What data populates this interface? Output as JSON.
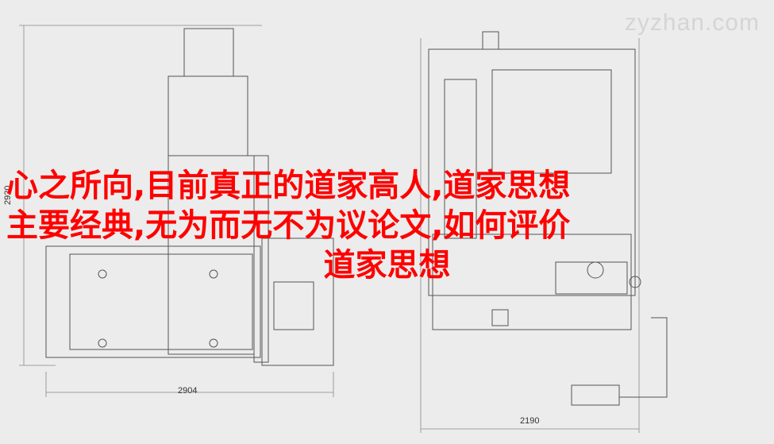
{
  "watermark": "zyzhan.com",
  "dimensions": {
    "left_height": "2920",
    "left_width": "2904",
    "right_width": "2190"
  },
  "headline": {
    "line1": "心之所向,目前真正的道家高人,道家思想",
    "line2": "主要经典,无为而无不为议论文,如何评价",
    "line3": "道家思想"
  }
}
